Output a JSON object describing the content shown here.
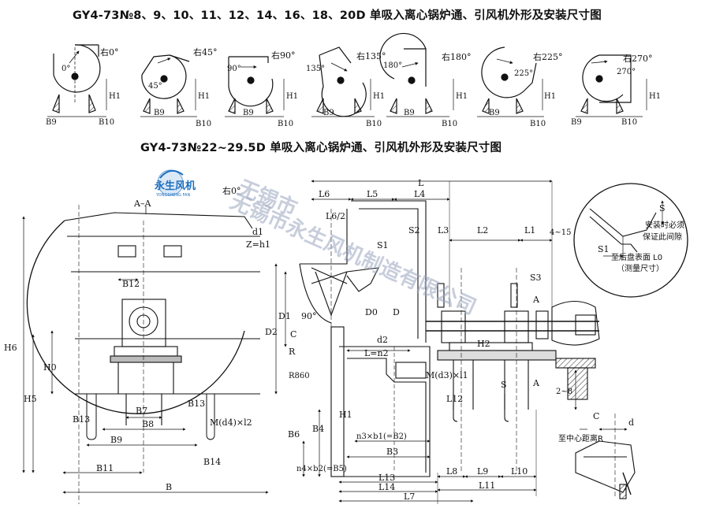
{
  "titles": {
    "top": "GY4-73№8、9、10、11、12、14、16、18、20D 单吸入离心锅炉通、引风机外形及安装尺寸图",
    "bottom": "GY4-73№22~29.5D 单吸入离心锅炉通、引风机外形及安装尺寸图"
  },
  "logo": {
    "text": "永生风机",
    "sub": "YONGSHENG FAN"
  },
  "watermark": [
    "无锡市",
    "无锡市永生风机制造有限公司"
  ],
  "orientations": [
    {
      "label": "右0°",
      "angle": "0°"
    },
    {
      "label": "右45°",
      "angle": "45°"
    },
    {
      "label": "右90°",
      "angle": "90°"
    },
    {
      "label": "右135°",
      "angle": "135°"
    },
    {
      "label": "右180°",
      "angle": "180°"
    },
    {
      "label": "右225°",
      "angle": "225°"
    },
    {
      "label": "右270°",
      "angle": "270°"
    }
  ],
  "small_dims": {
    "b9": "B9",
    "b10": "B10",
    "h1": "H1"
  },
  "section": {
    "label": "A–A"
  },
  "side_labels": {
    "h6": "H6",
    "h5": "H5",
    "h0": "H0",
    "b11": "B11",
    "b": "B",
    "b7": "B7",
    "b8": "B8",
    "b9": "B9",
    "b12": "B12",
    "b13": "B13",
    "b14": "B14",
    "m_d4": "M(d4)×l2"
  },
  "center_labels": {
    "r0": "右0°",
    "l": "L",
    "l6": "L6",
    "l5": "L5",
    "l4": "L4",
    "l6_2": "L6/2",
    "d1": "d1",
    "z": "Z=h1",
    "s1": "S1",
    "s2": "S2",
    "l3": "L3",
    "l2": "L2",
    "l1": "L1",
    "gap": "4~15",
    "s3": "S3",
    "a": "A",
    "d0": "D0",
    "d": "D",
    "d1_big": "D1",
    "d2": "D2",
    "c": "C",
    "r": "R",
    "r860": "R860",
    "deg90": "90°",
    "d2_small": "d2",
    "l_n2": "L=n2",
    "h2": "H2",
    "m_d3": "M(d3)×l1",
    "s": "S",
    "l12": "L12",
    "b6": "B6",
    "b4": "B4",
    "n4b2": "n4×b2(=B5)",
    "h1": "H1",
    "n3b1": "n3×b1(=B2)",
    "b3": "B3",
    "l13": "L13",
    "l14": "L14",
    "l7": "L7",
    "l8": "L8",
    "l9": "L9",
    "l10": "L10",
    "l11": "L11",
    "range28": "2~8"
  },
  "detail": {
    "s": "S",
    "s1": "S1",
    "note1": "安装时必须",
    "note2": "保证此间隙",
    "note3": "至后盘表面 L0",
    "note4": "（测量尺寸）",
    "c": "C",
    "d": "d",
    "r": "至中心距离R"
  }
}
